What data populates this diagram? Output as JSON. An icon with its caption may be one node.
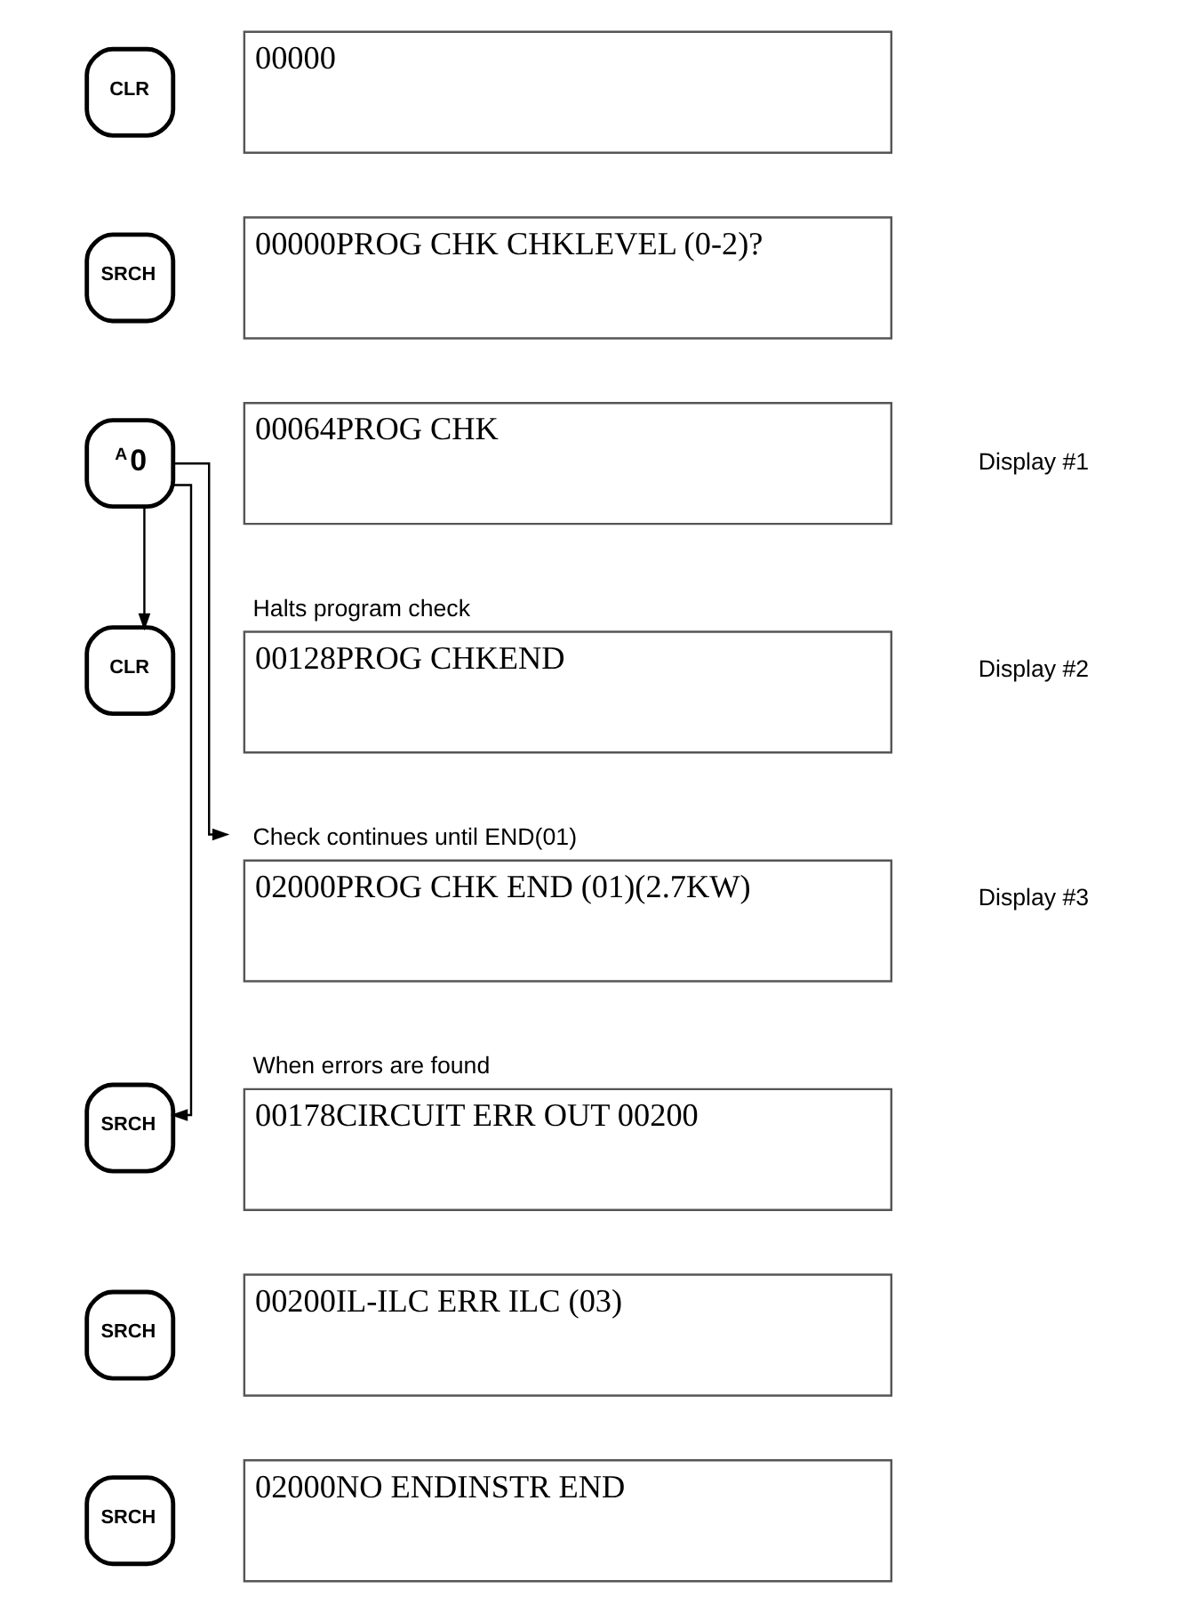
{
  "diagram": {
    "nodes": [
      {
        "text": [
          "CLR"
        ]
      },
      {
        "text": [
          "00000"
        ]
      },
      {
        "text": [
          "SRCH"
        ]
      },
      {
        "text": [
          "00000PROG CHK CHKLEVEL (0-2)?"
        ]
      },
      {
        "text": [
          "A",
          "0"
        ]
      },
      {
        "text": [
          "00064PROG CHK"
        ],
        "beside": [
          "Display #1"
        ]
      },
      {
        "text": [
          "CLR"
        ]
      },
      {
        "text": [
          "Halts program check",
          "00128PROG CHKEND"
        ],
        "beside": [
          "Display #2"
        ]
      },
      {
        "text": [
          "Check continues until END(01)",
          "02000PROG CHK END (01)(2.7KW)"
        ],
        "beside": [
          "Display #3"
        ]
      },
      {
        "text": [
          "SRCH"
        ]
      },
      {
        "text": [
          "When errors are found",
          "00178CIRCUIT ERR OUT 00200"
        ]
      },
      {
        "text": [
          "SRCH"
        ]
      },
      {
        "text": [
          "00200IL-ILC ERR ILC (03)"
        ]
      },
      {
        "text": [
          "SRCH"
        ]
      },
      {
        "text": [
          "02000NO ENDINSTR END"
        ]
      }
    ],
    "edges": [
      {
        "from": 4,
        "to": 6,
        "arrow": "to"
      },
      {
        "from": 4,
        "to": 8,
        "arrow": "to"
      },
      {
        "from": 4,
        "to": 9,
        "arrow": "to"
      }
    ]
  }
}
